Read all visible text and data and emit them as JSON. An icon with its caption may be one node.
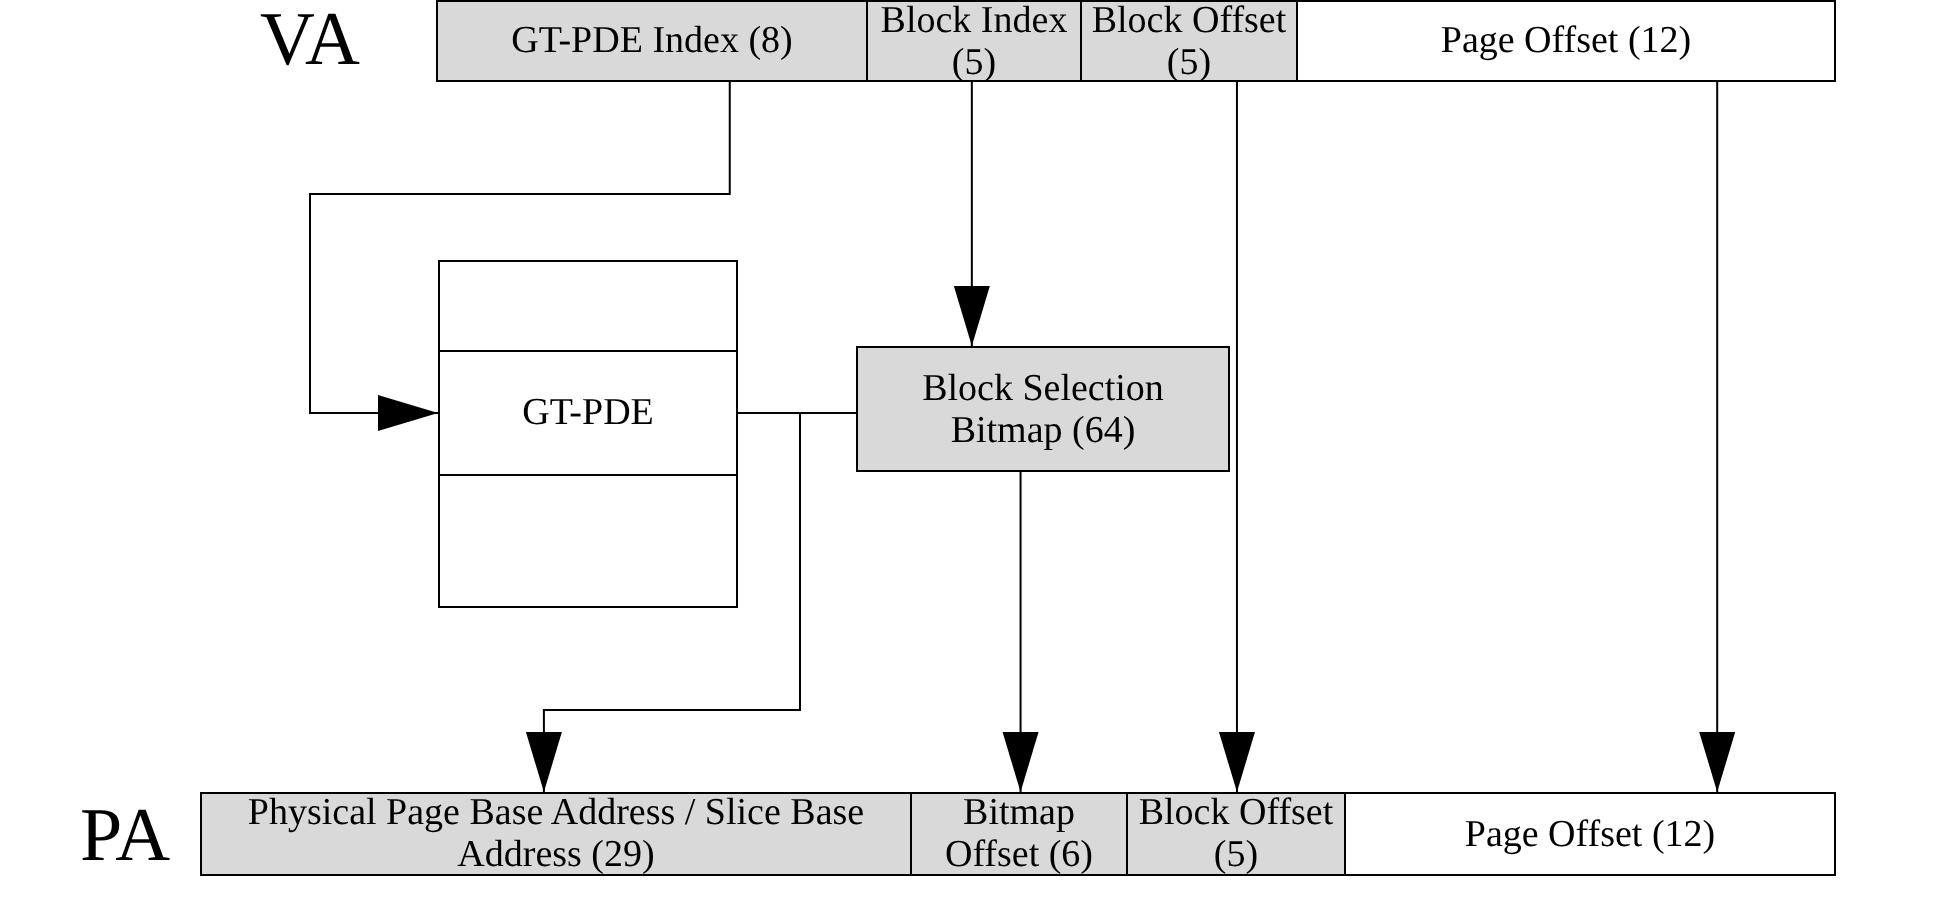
{
  "diagram": {
    "nodes": [
      {
        "text": [
          "GT-PDE Index (8)"
        ]
      },
      {
        "text": [
          "Block Index (5)"
        ]
      },
      {
        "text": [
          "Block Offset (5)"
        ]
      },
      {
        "text": [
          "Page Offset (12)"
        ]
      },
      {
        "text": [],
        "shape": "box"
      },
      {
        "text": [
          "GT-PDE"
        ]
      },
      {
        "text": [],
        "shape": "box"
      },
      {
        "text": [
          "Block Selection Bitmap (64)"
        ]
      },
      {
        "text": [
          "Physical Page Base Address / Slice Base Address (29)"
        ]
      },
      {
        "text": [
          "Bitmap Offset (6)"
        ]
      },
      {
        "text": [
          "Block Offset (5)"
        ]
      },
      {
        "text": [
          "Page Offset (12)"
        ]
      }
    ],
    "edges": [
      {
        "from": 0,
        "to": 5,
        "arrow": "to"
      },
      {
        "from": 1,
        "to": 7,
        "arrow": "to"
      },
      {
        "from": 2,
        "to": 10,
        "arrow": "to"
      },
      {
        "from": 3,
        "to": 11,
        "arrow": "to"
      },
      {
        "from": 5,
        "to": 7,
        "arrow": "none"
      },
      {
        "from": 5,
        "to": 8,
        "arrow": "to"
      },
      {
        "from": 7,
        "to": 9,
        "arrow": "to"
      }
    ],
    "labels": [
      "VA",
      "PA"
    ]
  }
}
